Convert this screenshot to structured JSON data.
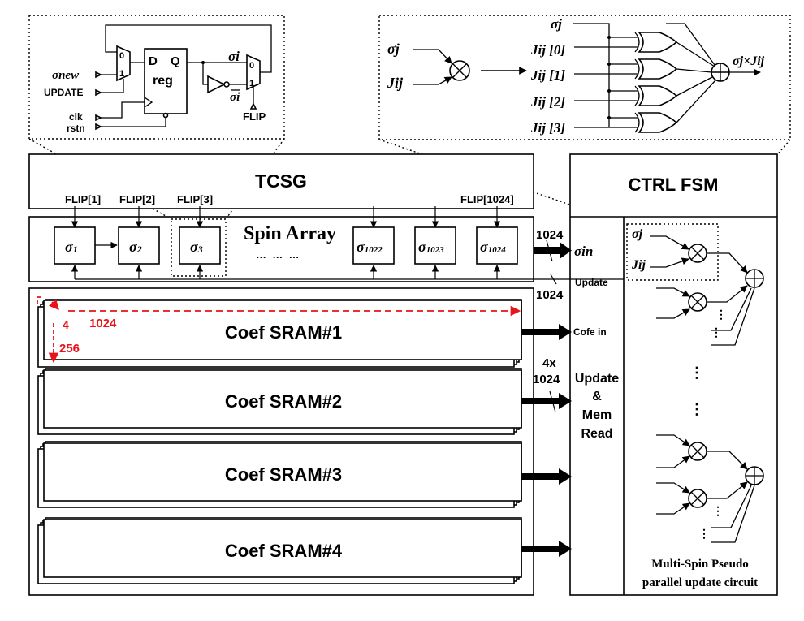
{
  "colors": {
    "line": "#000000",
    "highlight": "#e8131b",
    "background": "#ffffff"
  },
  "tcsg": {
    "title": "TCSG"
  },
  "ctrl": {
    "title": "CTRL FSM"
  },
  "spin_array": {
    "title": "Spin Array",
    "flip_labels": [
      "FLIP[1]",
      "FLIP[2]",
      "FLIP[3]",
      "FLIP[1024]"
    ],
    "cells": [
      {
        "sym": "σ",
        "sub": "1"
      },
      {
        "sym": "σ",
        "sub": "2"
      },
      {
        "sym": "σ",
        "sub": "3"
      },
      {
        "sym": "σ",
        "sub": "1022"
      },
      {
        "sym": "σ",
        "sub": "1023"
      },
      {
        "sym": "σ",
        "sub": "1024"
      }
    ],
    "ellipsis": "…  …  …"
  },
  "sram": {
    "banks": [
      "Coef SRAM#1",
      "Coef SRAM#2",
      "Coef SRAM#3",
      "Coef SRAM#4"
    ],
    "dim_rows": "256",
    "dim_depth": "4",
    "dim_cols": "1024"
  },
  "buses": {
    "sigma_in_width": "1024",
    "sigma_in_label": "σin",
    "update_width": "1024",
    "update_label": "Update",
    "cofe_label": "Cofe in",
    "coef_width_a": "4x",
    "coef_width_b": "1024"
  },
  "update_block": {
    "lines": [
      "Update",
      "&",
      "Mem",
      "Read"
    ]
  },
  "register_detail": {
    "sigma_new": "σnew",
    "update": "UPDATE",
    "clk": "clk",
    "rstn": "rstn",
    "reg_d": "D",
    "reg_q": "Q",
    "reg_name": "reg",
    "mux0": "0",
    "mux1": "1",
    "sigma_i": "σi",
    "sigma_i_bar": "σi",
    "flip": "FLIP"
  },
  "multiplier_detail": {
    "sigma_j": "σj",
    "j_ij": "Jij",
    "bits": [
      "Jij [0]",
      "Jij [1]",
      "Jij [2]",
      "Jij [3]"
    ],
    "output": "σj×Jij"
  },
  "pseudo_update": {
    "sigma_j": "σj",
    "j_ij": "Jij",
    "vdots": "⋮",
    "caption_1": "Multi-Spin Pseudo",
    "caption_2": "parallel update circuit"
  }
}
